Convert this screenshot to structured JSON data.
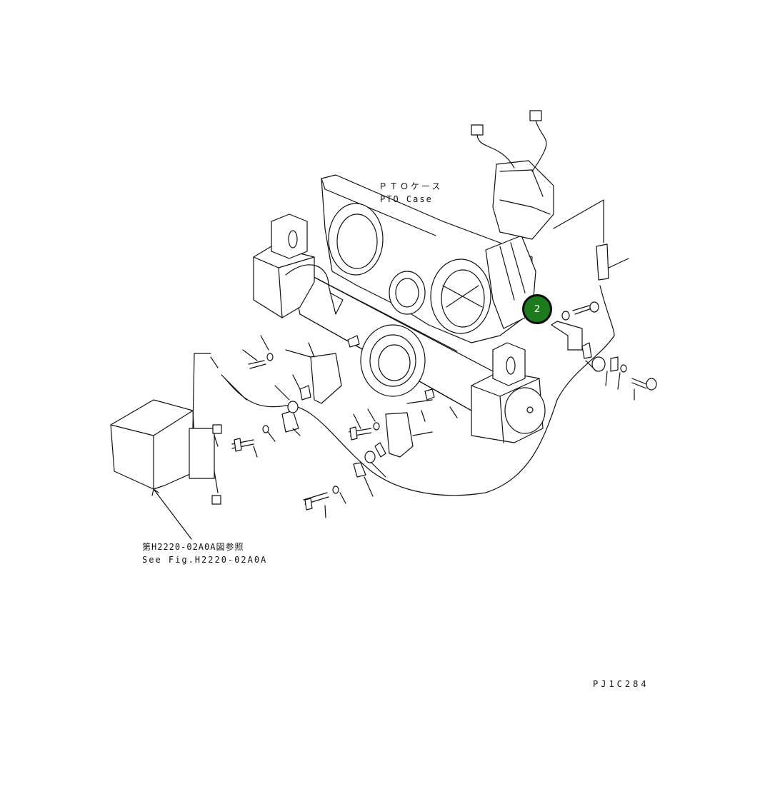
{
  "labels": {
    "pto_case_jp": "ＰＴＯケース",
    "pto_case_en": "PTO Case",
    "reference_jp": "第H2220-02A0A図参照",
    "reference_en": "See Fig.H2220-02A0A",
    "figure_code": "PJ1C284"
  },
  "callouts": [
    {
      "number": "2",
      "color": "#1d7a1d"
    }
  ],
  "icons": {
    "callout": "numbered-circle"
  }
}
